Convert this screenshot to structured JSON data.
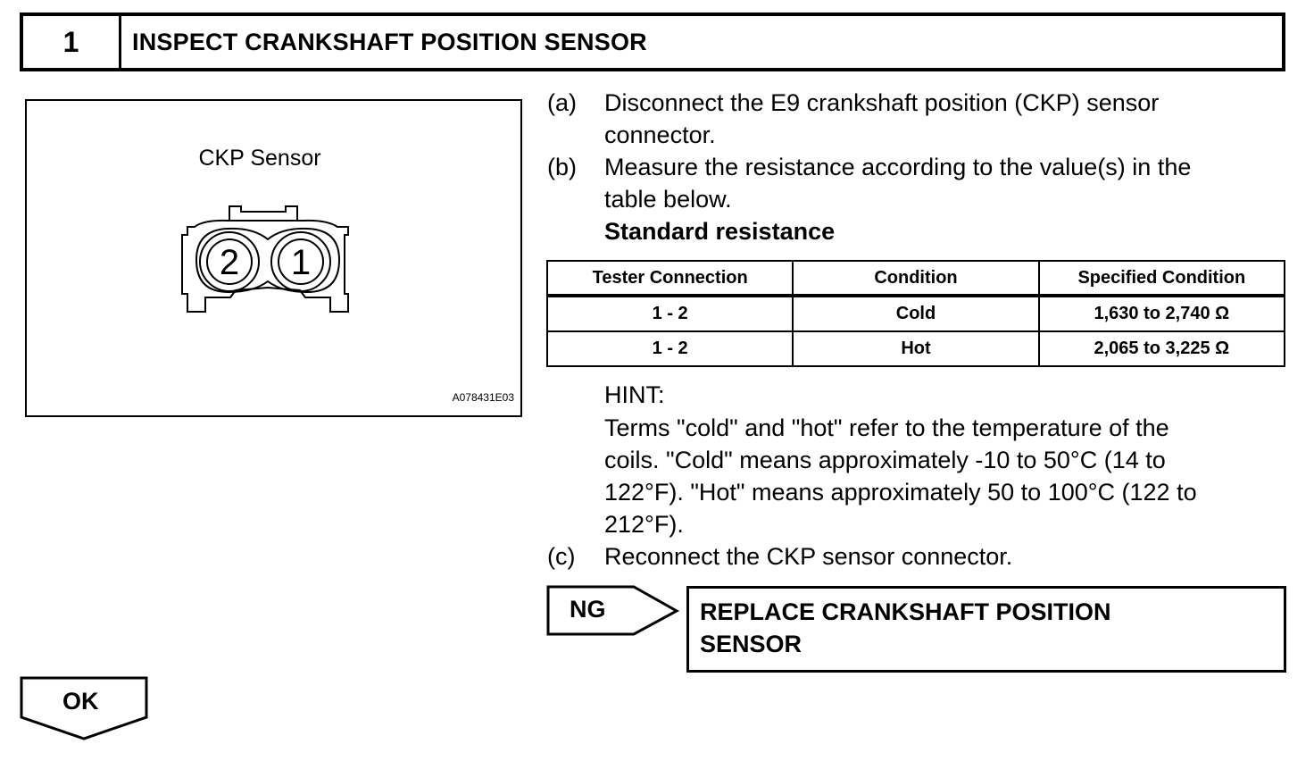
{
  "header": {
    "step_number": "1",
    "title": "INSPECT CRANKSHAFT POSITION SENSOR"
  },
  "illustration": {
    "sensor_label": "CKP Sensor",
    "terminals": [
      "2",
      "1"
    ],
    "figure_code": "A078431E03"
  },
  "steps": [
    {
      "letter": "(a)",
      "lines": [
        "Disconnect the E9 crankshaft position (CKP) sensor",
        "connector."
      ]
    },
    {
      "letter": "(b)",
      "lines": [
        "Measure the resistance according to the value(s) in the",
        "table below."
      ]
    },
    {
      "letter": "(c)",
      "lines": [
        "Reconnect the CKP sensor connector."
      ]
    }
  ],
  "standard_resistance_label": "Standard resistance",
  "table": {
    "headers": [
      "Tester Connection",
      "Condition",
      "Specified Condition"
    ],
    "rows": [
      [
        "1 - 2",
        "Cold",
        "1,630 to 2,740 Ω"
      ],
      [
        "1 - 2",
        "Hot",
        "2,065 to 3,225 Ω"
      ]
    ]
  },
  "hint": {
    "title": "HINT:",
    "lines": [
      "Terms \"cold\" and \"hot\" refer to the temperature of the",
      "coils. \"Cold\" means approximately -10 to 50°C (14 to",
      "122°F). \"Hot\" means approximately 50 to 100°C (122 to",
      "212°F)."
    ]
  },
  "ng": {
    "label": "NG",
    "result_lines": [
      "REPLACE CRANKSHAFT POSITION",
      "SENSOR"
    ]
  },
  "ok": {
    "label": "OK"
  }
}
